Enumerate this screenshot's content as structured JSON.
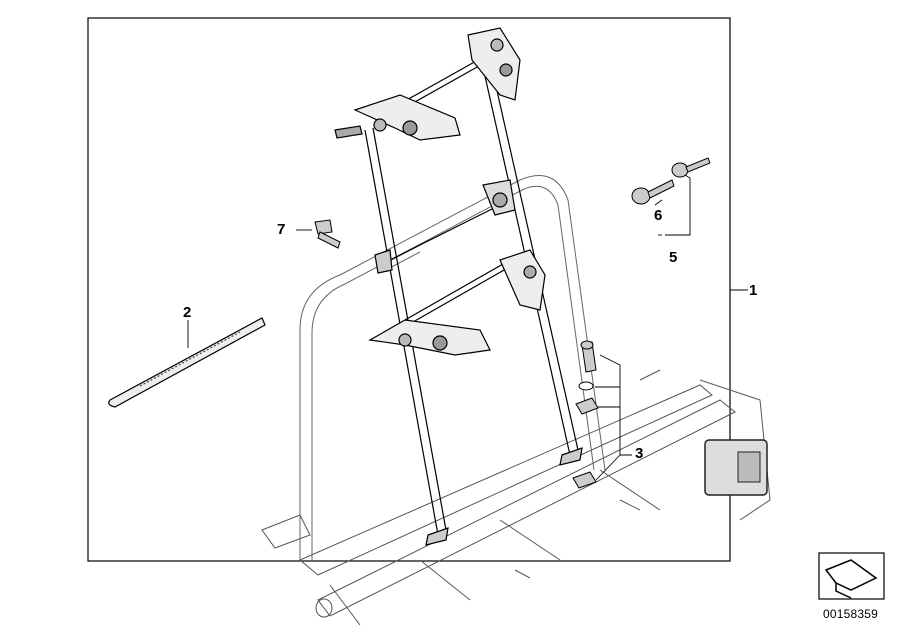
{
  "diagram": {
    "callouts": {
      "c1": "1",
      "c2": "2",
      "c3": "3",
      "c5": "5",
      "c6": "6",
      "c7": "7"
    },
    "document_number": "00158359",
    "icons": [
      "navigation-arrow-icon"
    ]
  }
}
